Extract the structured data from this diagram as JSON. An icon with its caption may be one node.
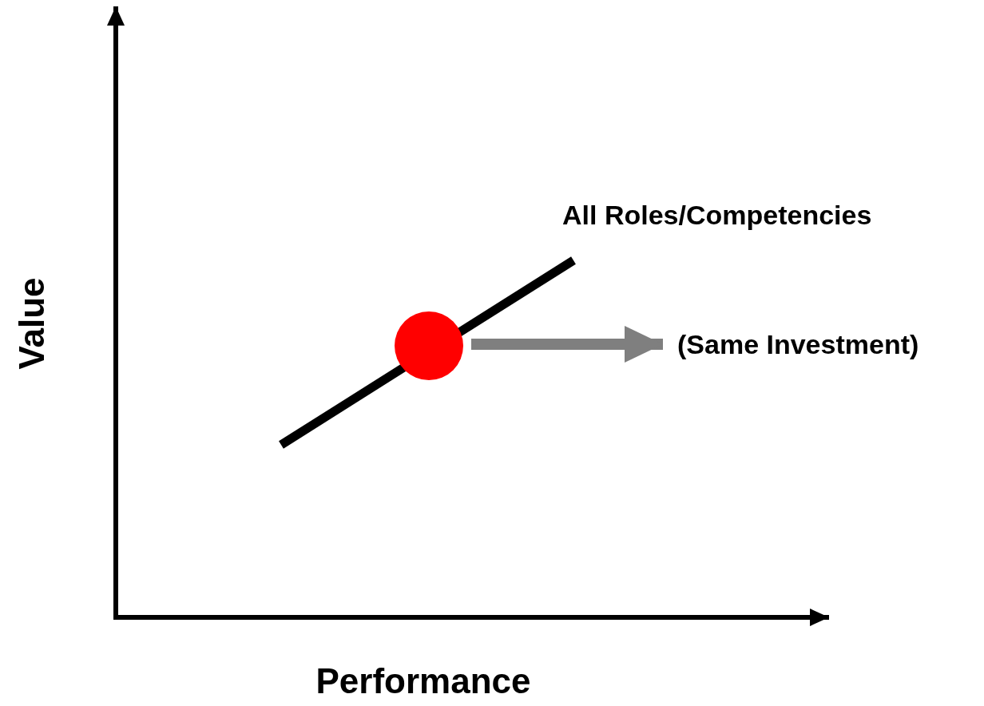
{
  "diagram": {
    "nodes": [
      {
        "text": [],
        "shape": "circle"
      },
      {
        "text": [
          "(Same Investment)"
        ]
      }
    ],
    "edges": [
      {
        "from": 0,
        "to": 1,
        "arrow": "to"
      }
    ],
    "labels": [
      "All Roles/Competencies",
      "Value",
      "Performance"
    ]
  }
}
